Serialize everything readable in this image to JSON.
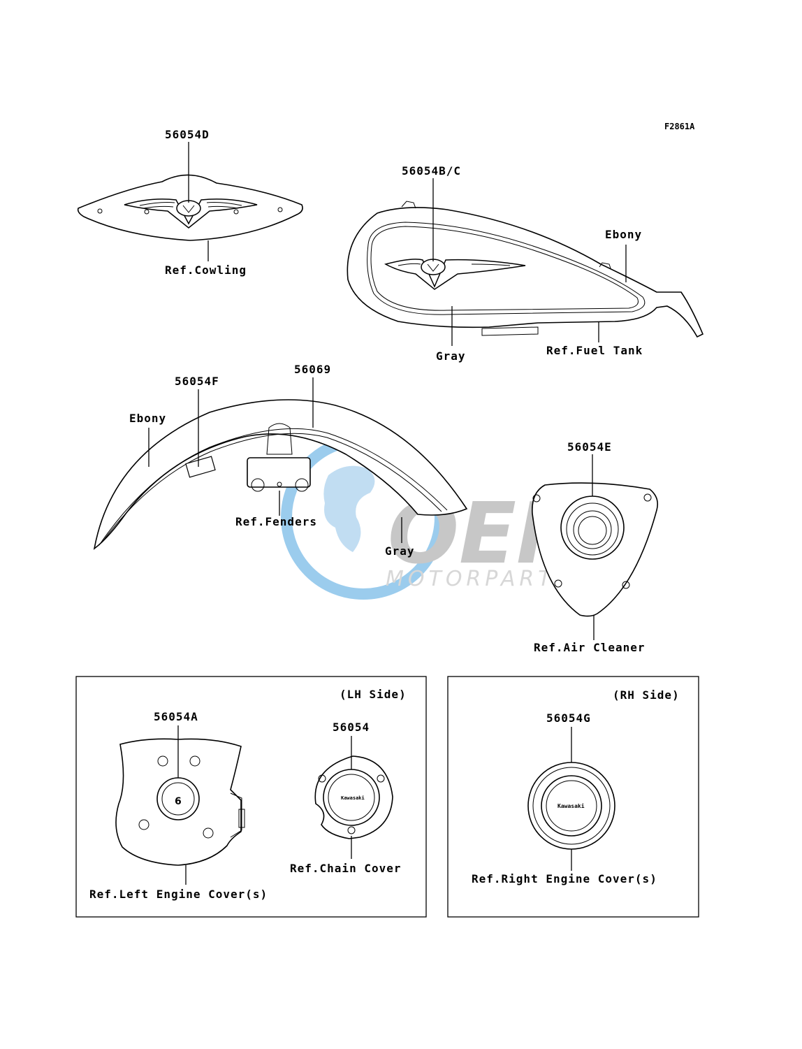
{
  "figure_id": "F2861A",
  "colors": {
    "line": "#000000",
    "watermark_blue": "#4aa3df",
    "watermark_gray": "#9a9a9a"
  },
  "labels": {
    "part_56054D": "56054D",
    "ref_cowling": "Ref.Cowling",
    "part_56054BC": "56054B/C",
    "ebony_tank": "Ebony",
    "gray_tank": "Gray",
    "ref_fuel_tank": "Ref.Fuel Tank",
    "part_56069": "56069",
    "part_56054F": "56054F",
    "ebony_fender": "Ebony",
    "ref_fenders": "Ref.Fenders",
    "gray_fender": "Gray",
    "part_56054E": "56054E",
    "ref_air_cleaner": "Ref.Air Cleaner"
  },
  "lh_box": {
    "side": "(LH Side)",
    "part_56054A": "56054A",
    "part_56054": "56054",
    "ref_chain_cover": "Ref.Chain Cover",
    "ref_left_engine_cover": "Ref.Left Engine Cover(s)",
    "badge_text": "Kawasaki"
  },
  "rh_box": {
    "side": "(RH Side)",
    "part_56054G": "56054G",
    "ref_right_engine_cover": "Ref.Right Engine Cover(s)",
    "badge_text": "Kawasaki"
  },
  "watermark": {
    "logo": "OEM",
    "text": "MOTORPARTS"
  }
}
